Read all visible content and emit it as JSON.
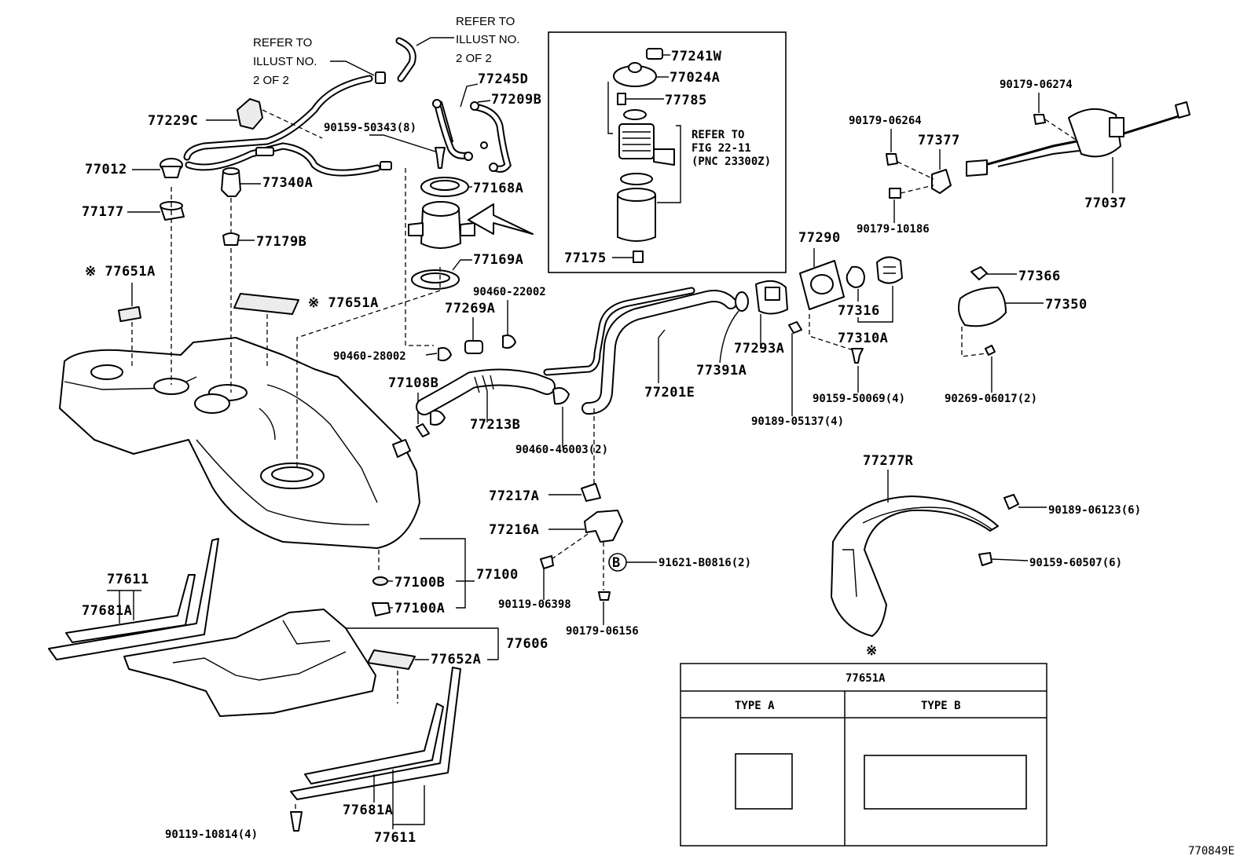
{
  "notes": {
    "refer_left": [
      "REFER TO",
      "ILLUST NO.",
      "2 OF 2"
    ],
    "refer_top": [
      "REFER TO",
      "ILLUST NO.",
      "2 OF 2"
    ],
    "refer_fig": [
      "REFER TO",
      "FIG 22-11",
      "(PNC 23300Z)"
    ]
  },
  "labels": {
    "l77241w": "77241W",
    "l77024a": "77024A",
    "l77785": "77785",
    "l77175": "77175",
    "l77245d": "77245D",
    "l77209b": "77209B",
    "l90159_50343": "90159-50343(8)",
    "l77168a": "77168A",
    "l77169a": "77169A",
    "l77229c": "77229C",
    "l77012": "77012",
    "l77340a": "77340A",
    "l77177": "77177",
    "l77179b": "77179B",
    "l77651a_1": "※ 77651A",
    "l77651a_2": "※ 77651A",
    "l90460_22002": "90460-22002",
    "l77269a": "77269A",
    "l90460_28002": "90460-28002",
    "l77108b": "77108B",
    "l77213b": "77213B",
    "l90460_46003": "90460-46003(2)",
    "l77201e": "77201E",
    "l77391a": "77391A",
    "l77293a": "77293A",
    "l77290": "77290",
    "l77316": "77316",
    "l77310a": "77310A",
    "l90159_50069": "90159-50069(4)",
    "l90189_05137": "90189-05137(4)",
    "l77366": "77366",
    "l77350": "77350",
    "l90269_06017": "90269-06017(2)",
    "l90179_06274": "90179-06274",
    "l90179_06264": "90179-06264",
    "l77377": "77377",
    "l90179_10186": "90179-10186",
    "l77037": "77037",
    "l77277r": "77277R",
    "l90189_06123": "90189-06123(6)",
    "l90159_60507": "90159-60507(6)",
    "l77217a": "77217A",
    "l77216a": "77216A",
    "l91621_b0816": "91621-B0816(2)",
    "lB": "B",
    "l90119_06398": "90119-06398",
    "l90179_06156": "90179-06156",
    "l77100b": "77100B",
    "l77100a": "77100A",
    "l77100": "77100",
    "l77606": "77606",
    "l77652a": "77652A",
    "l77611_top": "77611",
    "l77681a_top": "77681A",
    "l77681a_bot": "77681A",
    "l77611_bot": "77611",
    "l90119_10814": "90119-10814(4)"
  },
  "table": {
    "mark": "※",
    "title": "77651A",
    "col_a": "TYPE  A",
    "col_b": "TYPE  B"
  },
  "footer_code": "770849E"
}
